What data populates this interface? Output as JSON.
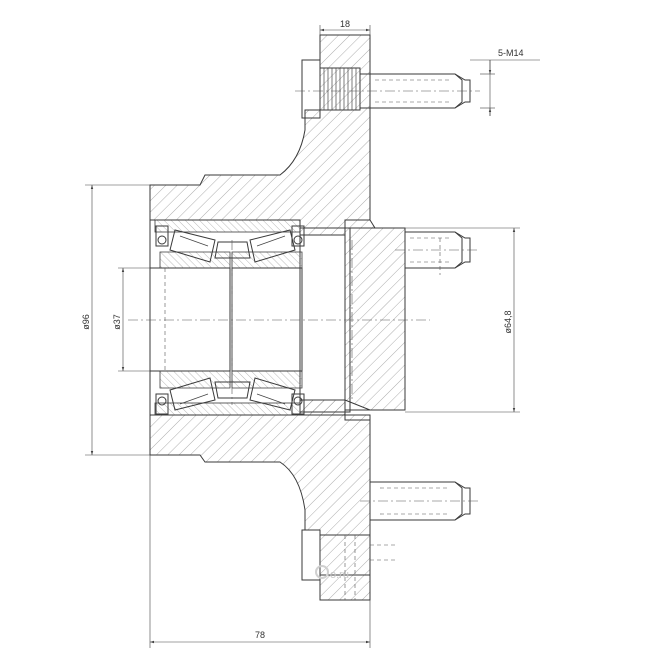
{
  "drawing": {
    "dim_flange_width": "18",
    "dim_studs": "5-M14",
    "dim_outer_diameter": "ø96",
    "dim_bore_diameter": "ø37",
    "dim_pilot_diameter": "ø64,8",
    "dim_overall_length": "78",
    "watermark": "o.ru"
  }
}
